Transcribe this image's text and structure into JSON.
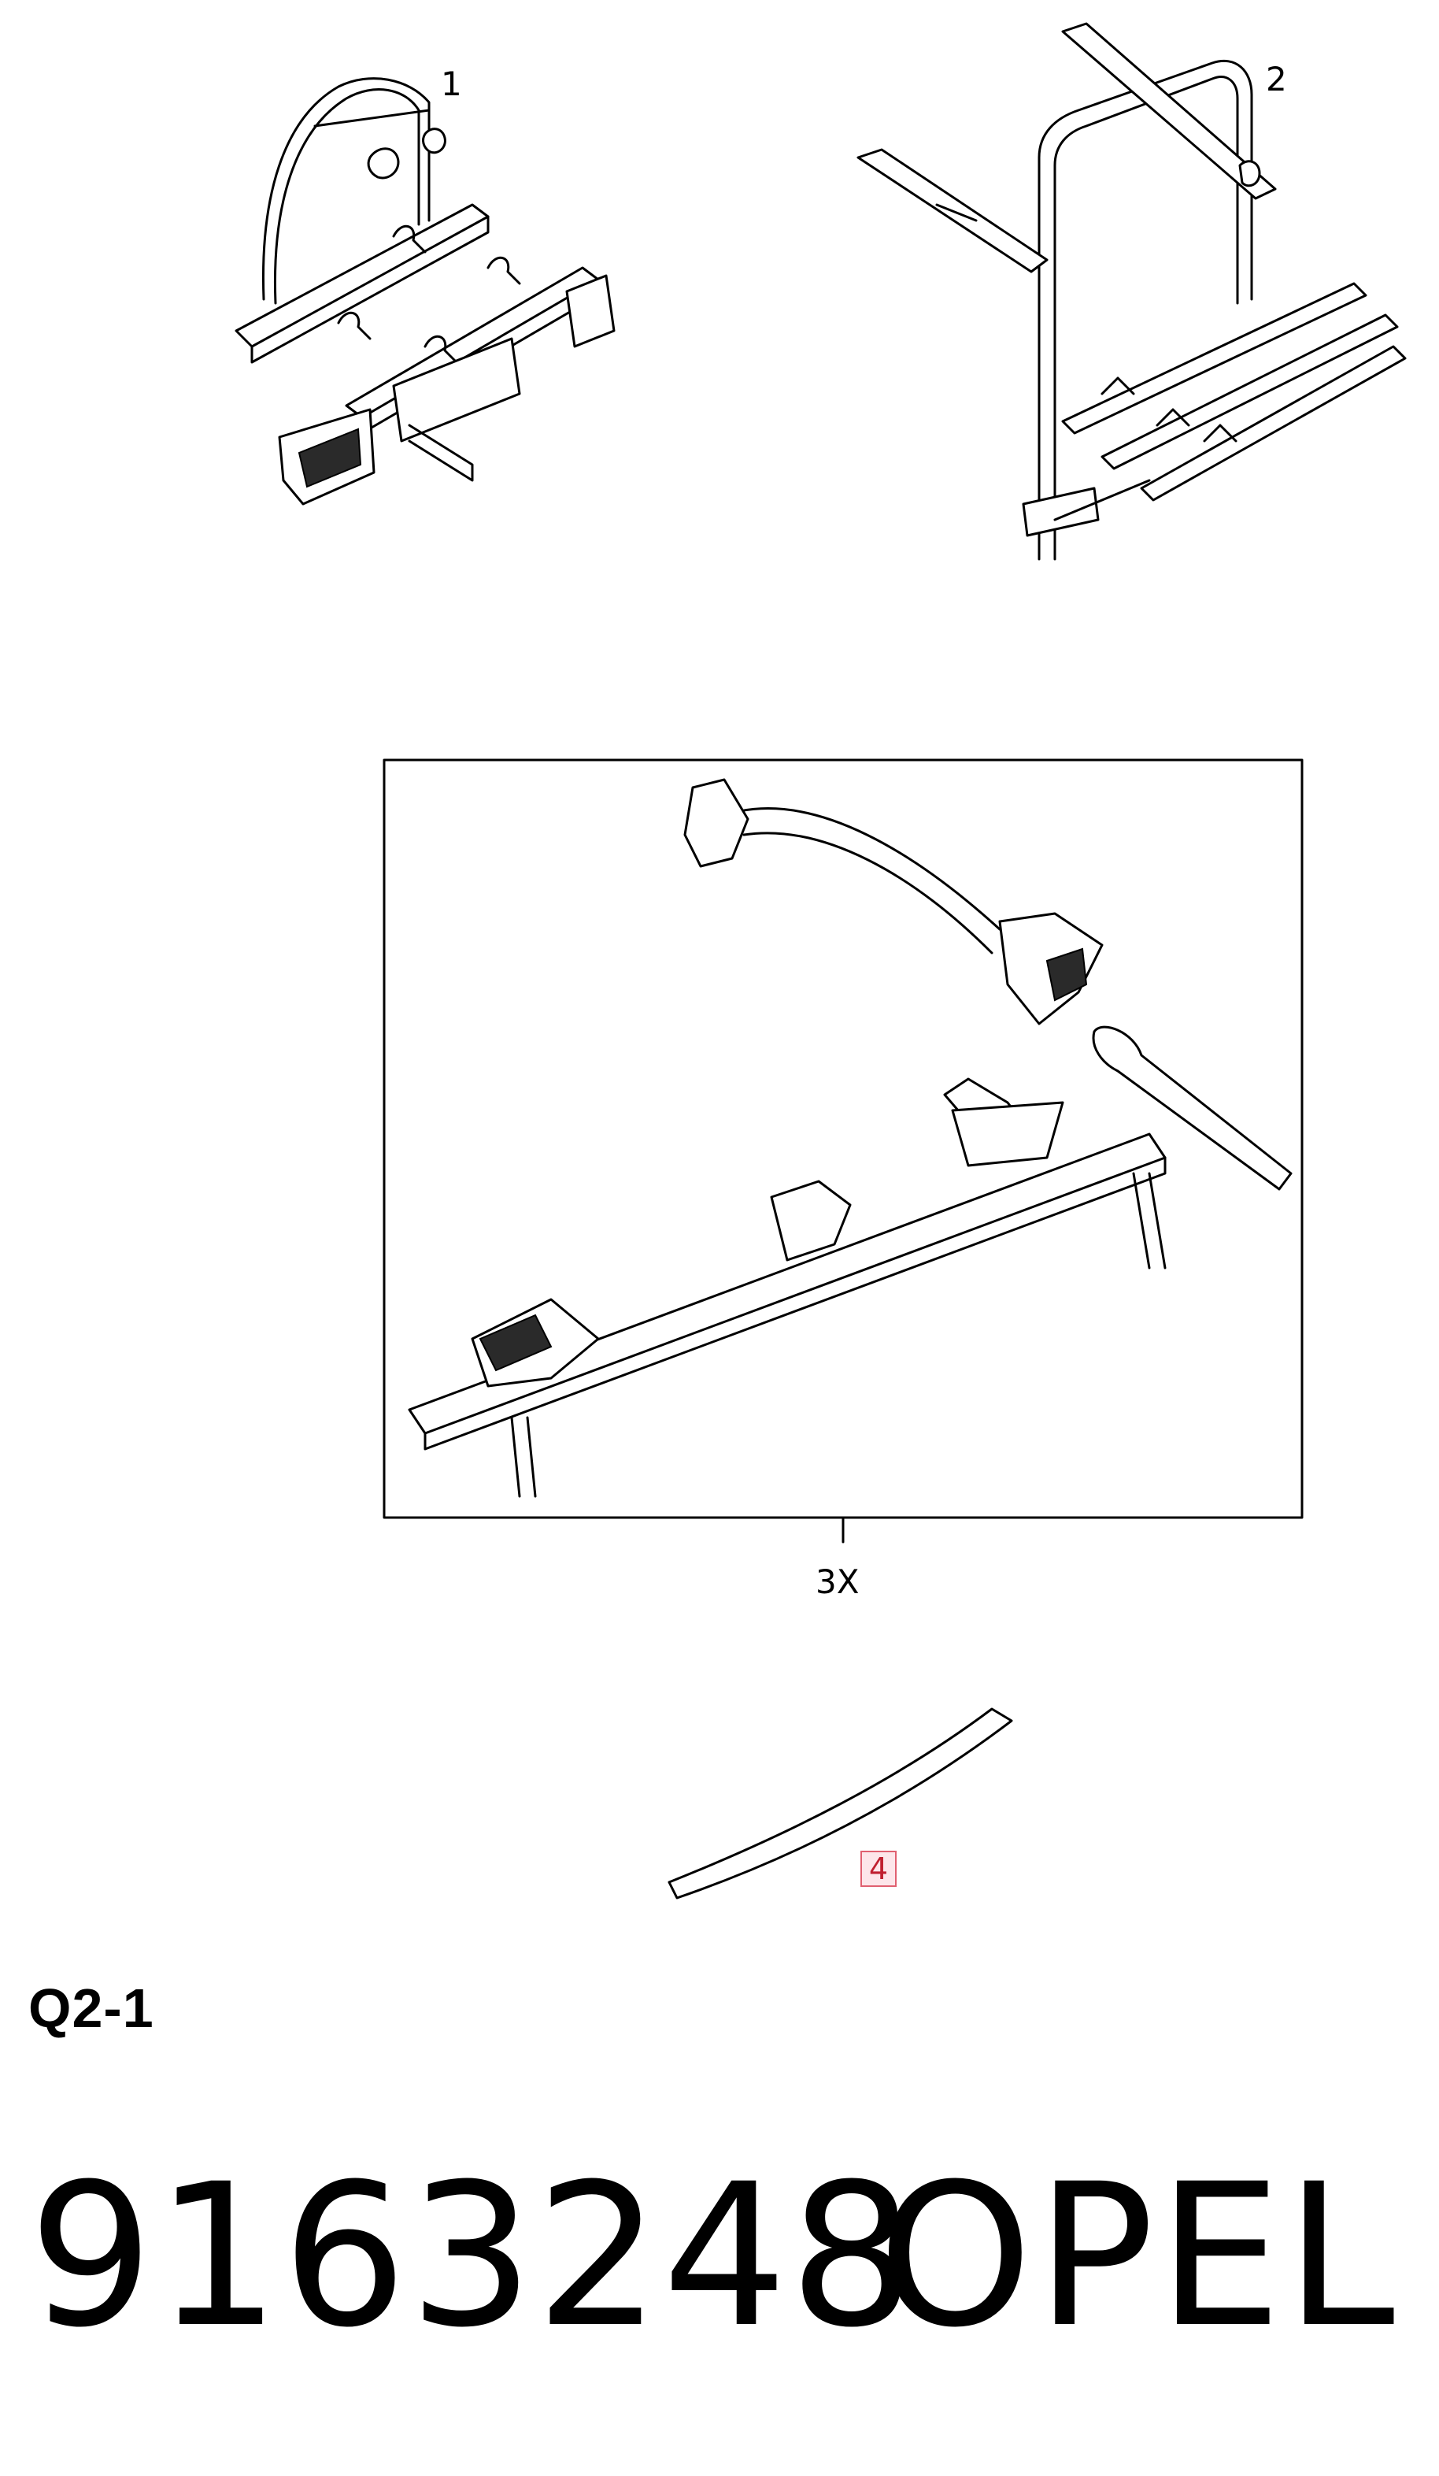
{
  "callouts": {
    "item_1": "1",
    "item_2": "2",
    "item_3": "3X",
    "item_4": "4"
  },
  "section_code": "Q2-1",
  "part_number": "9163248",
  "brand": "OPEL",
  "colors": {
    "line": "#000000",
    "background": "#ffffff",
    "highlight_fill": "#fde6ea",
    "highlight_border": "#e06070"
  }
}
